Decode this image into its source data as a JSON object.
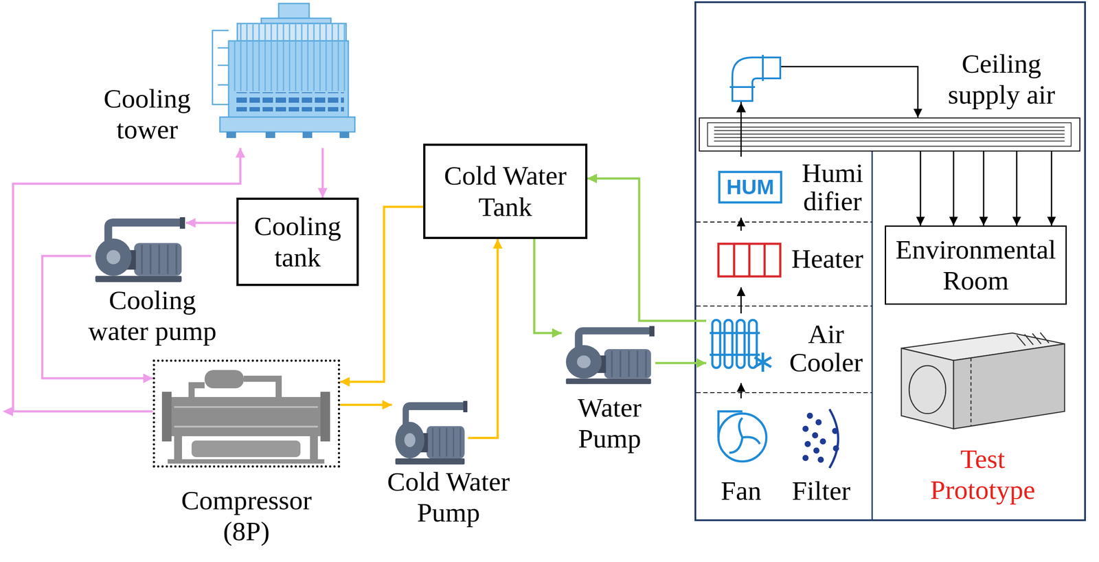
{
  "diagram": {
    "nodes": [
      {
        "text": [
          "Cooling tower"
        ]
      },
      {
        "text": [
          "Ceiling supply air"
        ]
      },
      {
        "text": [
          "Cold Water Tank"
        ]
      },
      {
        "text": [
          "HUM",
          "Humi difier"
        ]
      },
      {
        "text": [
          "Cooling tank"
        ]
      },
      {
        "text": [
          "Cooling water pump"
        ]
      },
      {
        "text": [
          "Heater"
        ]
      },
      {
        "text": [
          "Environmental Room"
        ]
      },
      {
        "text": [
          "Air Cooler"
        ]
      },
      {
        "text": [
          "Water Pump"
        ]
      },
      {
        "text": [
          "Compressor (8P)"
        ]
      },
      {
        "text": [
          "Cold Water Pump"
        ]
      },
      {
        "text": [
          "Fan",
          "Filter"
        ]
      },
      {
        "text": [
          "Test Prototype"
        ]
      }
    ],
    "edges": [
      {
        "from": 0,
        "to": 4,
        "arrow": "to"
      },
      {
        "from": 4,
        "to": 5,
        "arrow": "to"
      },
      {
        "from": 5,
        "to": 10,
        "arrow": "to"
      },
      {
        "from": 10,
        "to": 0,
        "arrow": "to"
      },
      {
        "from": 2,
        "to": 10,
        "arrow": "to"
      },
      {
        "from": 10,
        "to": 11,
        "arrow": "to"
      },
      {
        "from": 11,
        "to": 2,
        "arrow": "to"
      },
      {
        "from": 2,
        "to": 9,
        "arrow": "to"
      },
      {
        "from": 9,
        "to": 8,
        "arrow": "to"
      },
      {
        "from": 8,
        "to": 2,
        "arrow": "to"
      },
      {
        "from": 12,
        "to": 8,
        "arrow": "to"
      },
      {
        "from": 8,
        "to": 6,
        "arrow": "to"
      },
      {
        "from": 6,
        "to": 3,
        "arrow": "to"
      },
      {
        "from": 3,
        "to": 1,
        "arrow": "to"
      },
      {
        "from": 1,
        "to": 7,
        "arrow": "to"
      },
      {
        "from": 1,
        "to": 7,
        "arrow": "to"
      },
      {
        "from": 1,
        "to": 7,
        "arrow": "to"
      },
      {
        "from": 1,
        "to": 7,
        "arrow": "to"
      },
      {
        "from": 1,
        "to": 7,
        "arrow": "to"
      }
    ]
  }
}
